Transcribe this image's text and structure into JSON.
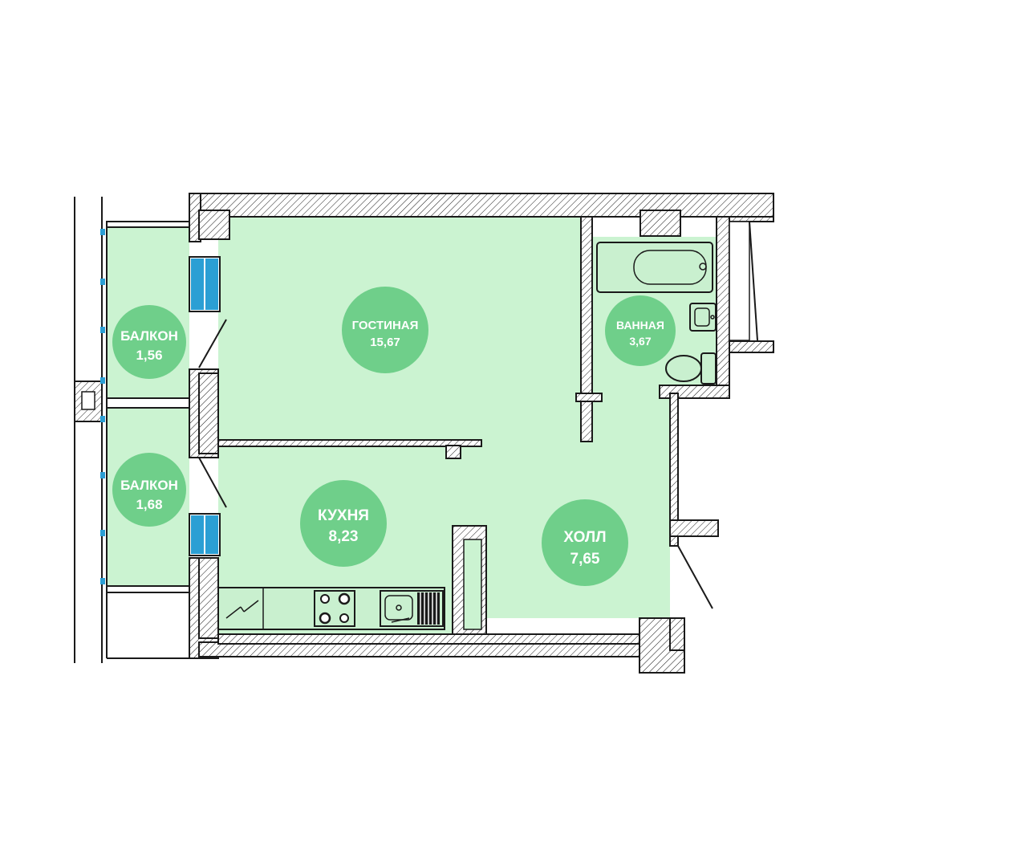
{
  "colors": {
    "floor": "#cbf3d1",
    "label_badge": "#6fcf8a",
    "wall_stroke": "#1a1a1a",
    "window": "#2b9fd4"
  },
  "rooms": {
    "balcony_top": {
      "name": "БАЛКОН",
      "area": "1,56"
    },
    "balcony_bottom": {
      "name": "БАЛКОН",
      "area": "1,68"
    },
    "living": {
      "name": "ГОСТИНАЯ",
      "area": "15,67"
    },
    "bathroom": {
      "name": "ВАННАЯ",
      "area": "3,67"
    },
    "kitchen": {
      "name": "КУХНЯ",
      "area": "8,23"
    },
    "hall": {
      "name": "ХОЛЛ",
      "area": "7,65"
    }
  }
}
